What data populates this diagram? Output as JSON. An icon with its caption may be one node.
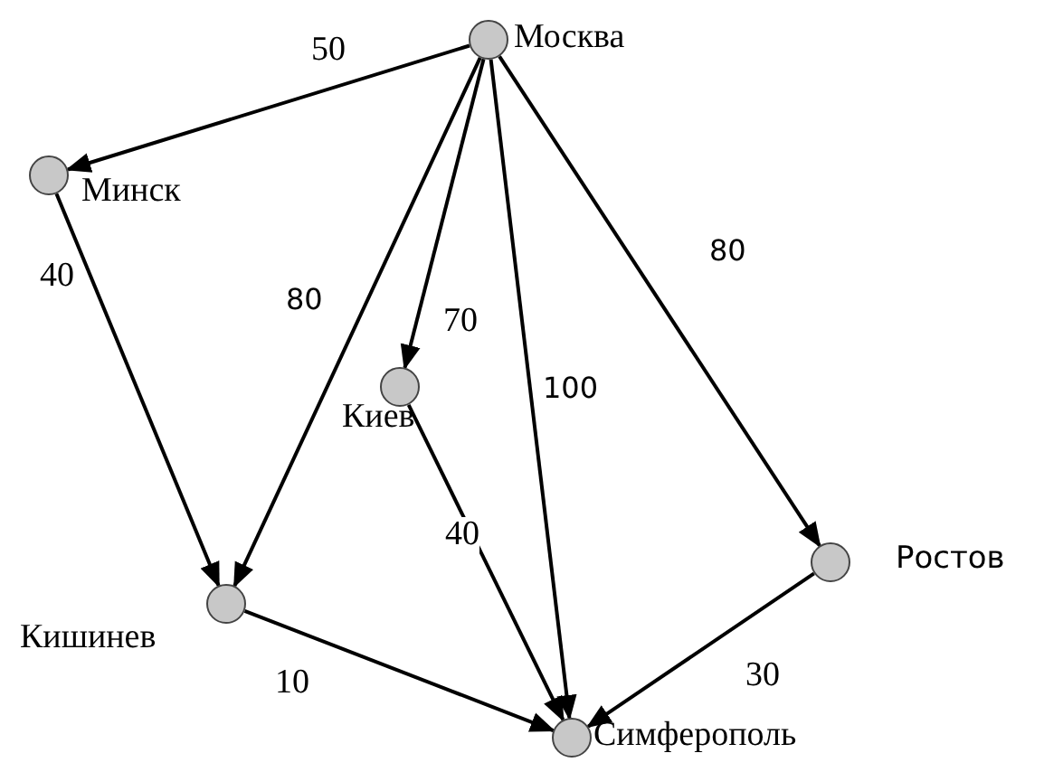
{
  "diagram": {
    "nodes": [
      {
        "text": [
          "Москва"
        ]
      },
      {
        "text": [
          "Минск"
        ]
      },
      {
        "text": [
          "Киев"
        ]
      },
      {
        "text": [
          "Кишинев"
        ]
      },
      {
        "text": [
          "Ростов"
        ]
      },
      {
        "text": [
          "Симферополь"
        ]
      }
    ],
    "edges": [
      {
        "from": 0,
        "to": 1,
        "arrow": "to",
        "label": "50"
      },
      {
        "from": 0,
        "to": 3,
        "arrow": "to",
        "label": "80"
      },
      {
        "from": 0,
        "to": 2,
        "arrow": "to",
        "label": "70"
      },
      {
        "from": 0,
        "to": 5,
        "arrow": "to",
        "label": "100"
      },
      {
        "from": 0,
        "to": 4,
        "arrow": "to",
        "label": "80"
      },
      {
        "from": 1,
        "to": 3,
        "arrow": "to",
        "label": "40"
      },
      {
        "from": 2,
        "to": 5,
        "arrow": "to",
        "label": "40"
      },
      {
        "from": 3,
        "to": 5,
        "arrow": "to",
        "label": "10"
      },
      {
        "from": 4,
        "to": 5,
        "arrow": "to",
        "label": "30"
      }
    ]
  }
}
